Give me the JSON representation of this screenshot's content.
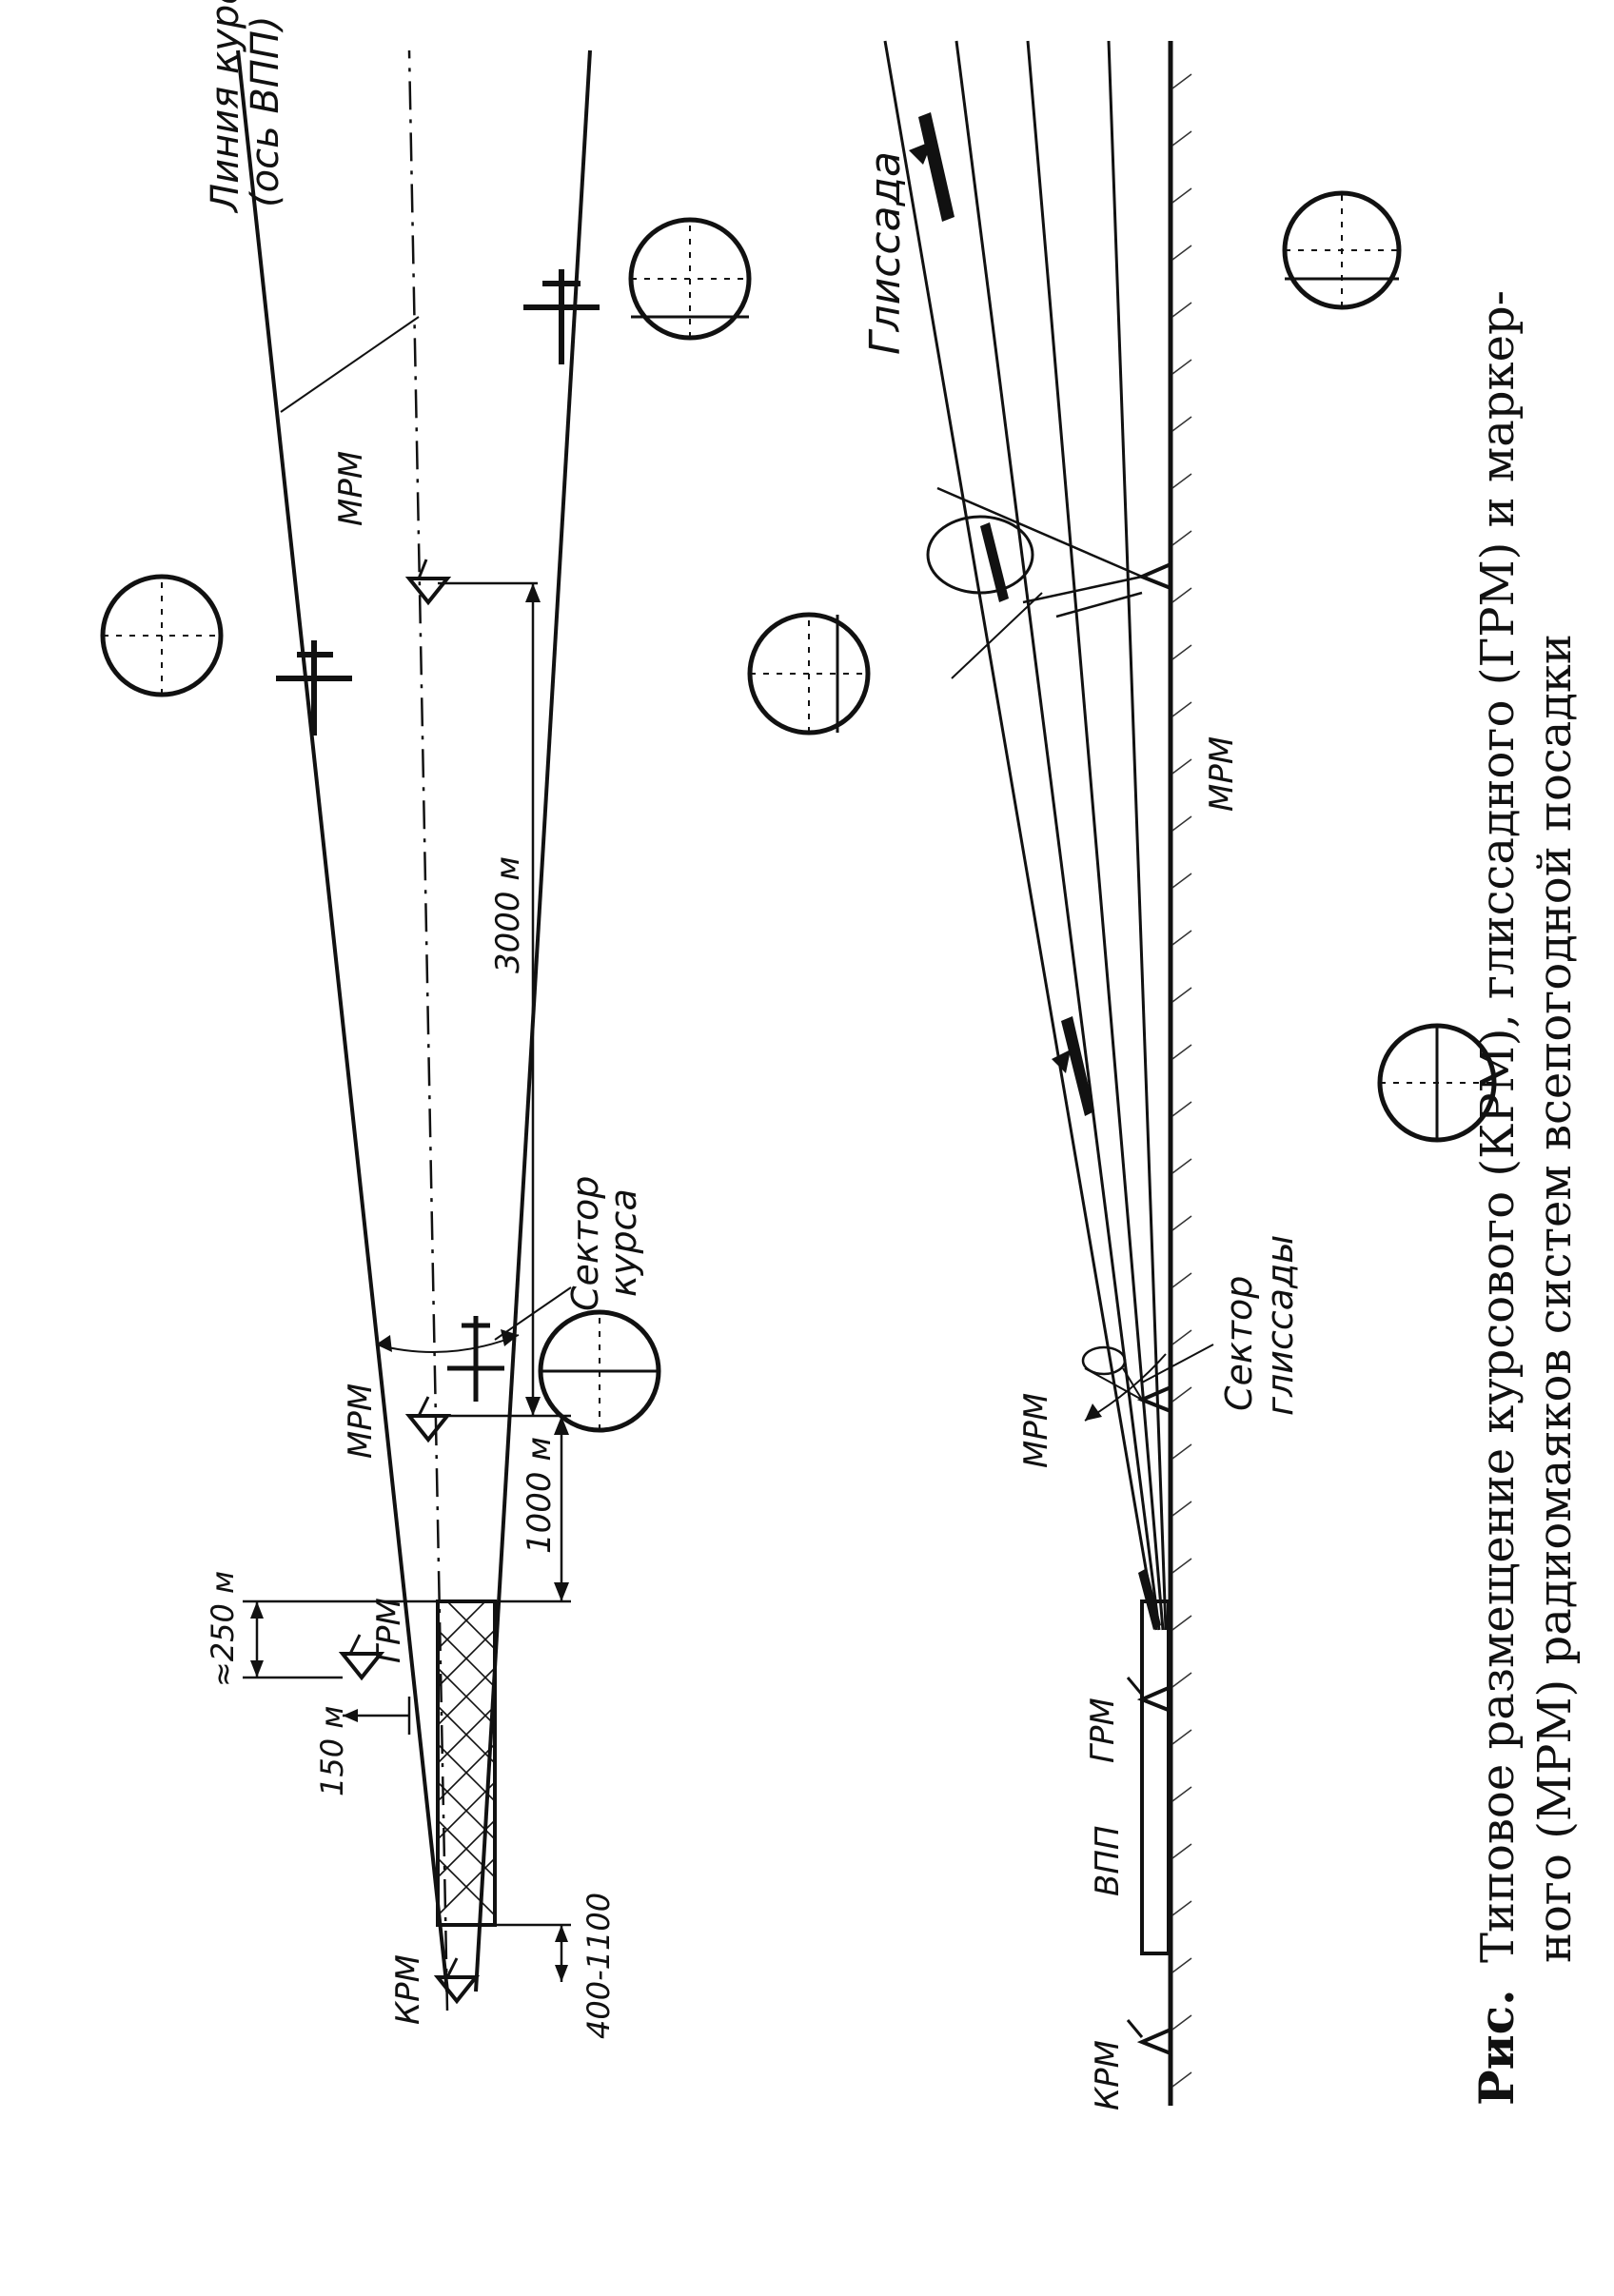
{
  "labels": {
    "course_line": [
      "Линия курса",
      "(ось ВПП)"
    ],
    "mrm": "МРМ",
    "grm": "ГРМ",
    "krm": "КРМ",
    "vpp": "ВПП",
    "d3000": "3000 м",
    "d1000": "1000 м",
    "d250": "≈250 м",
    "d150": "150 м",
    "d400": "400-1100",
    "course_sector": [
      "Сектор",
      "курса"
    ],
    "glideslope": "Глиссада",
    "glide_sector": [
      "Сектор",
      "глиссады"
    ]
  },
  "caption": {
    "prefix": "Рис.",
    "line1": "Типовое размещение курсового (КРМ), глиссадного (ГРМ) и маркер-",
    "line2": "ного (МРМ) радиомаяков систем всепогодной посадки"
  }
}
